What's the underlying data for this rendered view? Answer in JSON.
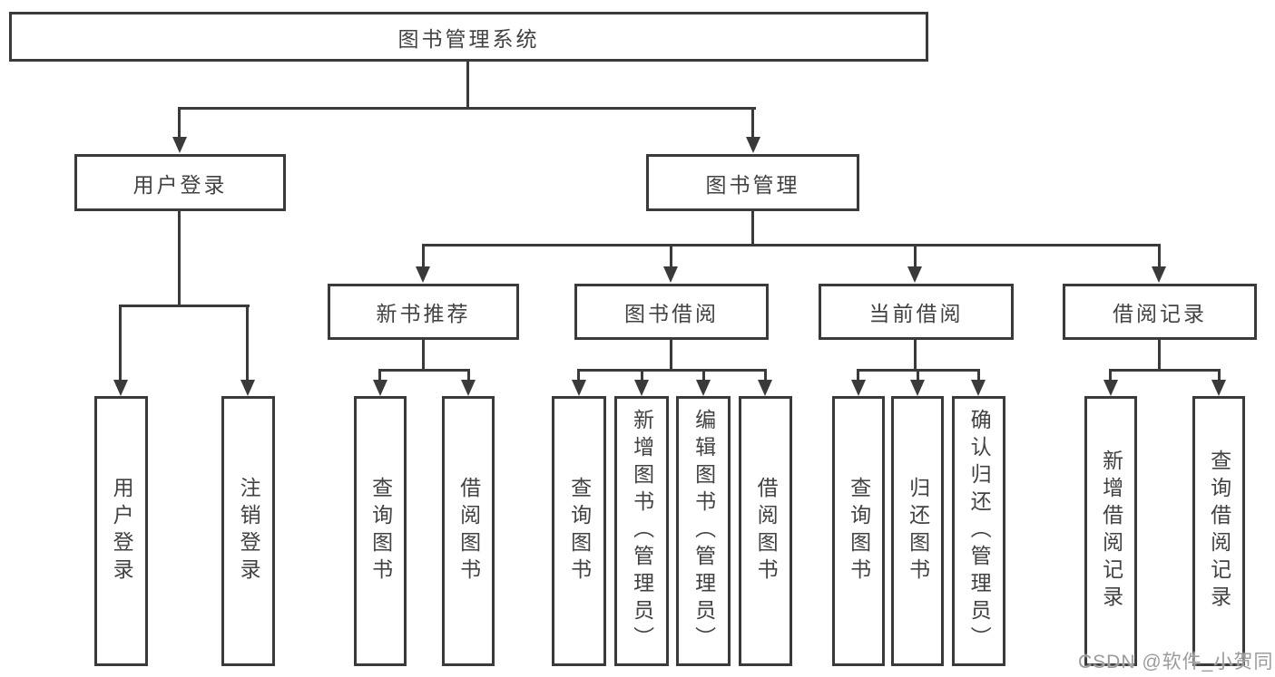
{
  "colors": {
    "line": "#3a3a3a",
    "text": "#424242",
    "watermark": "#9b9b9b",
    "background": "#ffffff"
  },
  "watermark": {
    "text": "CSDN @软件_小贺同学"
  },
  "tree": {
    "label": "图书管理系统",
    "children": [
      {
        "label": "用户登录",
        "children": [
          {
            "label": "用户登录"
          },
          {
            "label": "注销登录"
          }
        ]
      },
      {
        "label": "图书管理",
        "children": [
          {
            "label": "新书推荐",
            "children": [
              {
                "label": "查询图书"
              },
              {
                "label": "借阅图书"
              }
            ]
          },
          {
            "label": "图书借阅",
            "children": [
              {
                "label": "查询图书"
              },
              {
                "label": "新增图书（管理员）"
              },
              {
                "label": "编辑图书（管理员）"
              },
              {
                "label": "借阅图书"
              }
            ]
          },
          {
            "label": "当前借阅",
            "children": [
              {
                "label": "查询图书"
              },
              {
                "label": "归还图书"
              },
              {
                "label": "确认归还（管理员）"
              }
            ]
          },
          {
            "label": "借阅记录",
            "children": [
              {
                "label": "新增借阅记录"
              },
              {
                "label": "查询借阅记录"
              }
            ]
          }
        ]
      }
    ]
  }
}
